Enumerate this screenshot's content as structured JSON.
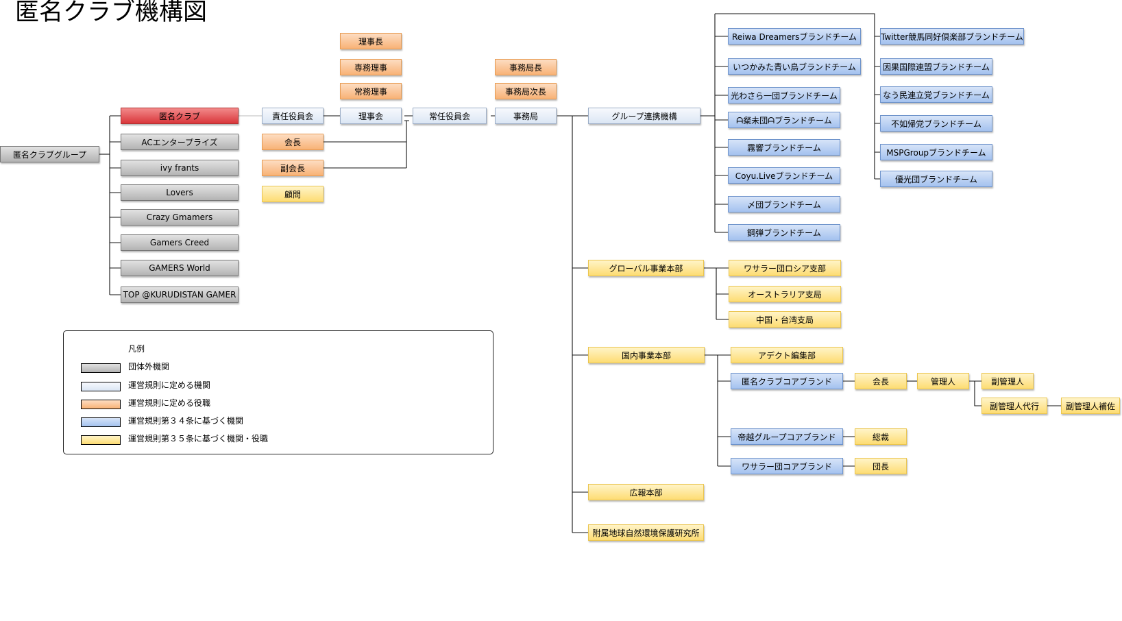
{
  "title": "匿名クラブ機構図",
  "nodes": {
    "group": "匿名クラブグループ",
    "tokumei_club": "匿名クラブ",
    "ac_enterprise": "ACエンタープライズ",
    "ivy_frants": "ivy frants",
    "lovers": "Lovers",
    "crazy_gmamers": "Crazy Gmamers",
    "gamers_creed": "Gamers Creed",
    "gamers_world": "GAMERS World",
    "top_kurudistan": "TOP @KURUDISTAN GAMER",
    "sekinin_yakuin": "責任役員会",
    "kaicho": "会長",
    "fuku_kaicho": "副会長",
    "komon": "顧問",
    "rijicho": "理事長",
    "senmu_riji": "専務理事",
    "jomu_riji": "常務理事",
    "rijikai": "理事会",
    "jonin_yakuin": "常任役員会",
    "jimukyokucho": "事務局長",
    "jimukyoku_jicho": "事務局次長",
    "jimukyoku": "事務局",
    "group_renkei": "グループ連携機構",
    "reiwa": "Reiwa Dreamersブランドチーム",
    "itsukamita": "いつかみた青い鳥ブランドチーム",
    "hikariwasara": "光わさら一団ブランドチーム",
    "kogoe": "ᗩ粲未団ᗩブランドチーム",
    "kirihibiki": "霧響ブランドチーム",
    "coyu": "Coyu.Liveブランドチーム",
    "shime": "〆団ブランドチーム",
    "kodan": "鋼弾ブランドチーム",
    "twitter_keiba": "Twitter競馬同好倶楽部ブランドチーム",
    "inga": "因果国際連盟ブランドチーム",
    "nau": "なう民連立党ブランドチーム",
    "fujokito": "不如帰党ブランドチーム",
    "mspgroup": "MSPGroupブランドチーム",
    "yukodan": "優光団ブランドチーム",
    "global": "グローバル事業本部",
    "wasara_russia": "ワサラー団ロシア支部",
    "australia": "オーストラリア支局",
    "china_taiwan": "中国・台湾支局",
    "kokunai": "国内事業本部",
    "adect": "アデクト編集部",
    "tokumei_core": "匿名クラブコアブランド",
    "core_kaicho": "会長",
    "kanrinin": "管理人",
    "fuku_kanrinin": "副管理人",
    "fuku_kanrinin_daiko": "副管理人代行",
    "fuku_kanrinin_hosa": "副管理人補佐",
    "teietsu_core": "帝越グループコアブランド",
    "sosai": "総裁",
    "wasara_core": "ワサラー団コアブランド",
    "dancho": "団長",
    "koho": "広報本部",
    "fuzoku": "附属地球自然環境保護研究所"
  },
  "legend": {
    "title": "凡例",
    "items": [
      {
        "label": "団体外機関",
        "color": "#b8b8b8"
      },
      {
        "label": "運営規則に定める機関",
        "color": "#e4ecf7"
      },
      {
        "label": "運営規則に定める役職",
        "color": "#f9b67c"
      },
      {
        "label": "運営規則第３４条に基づく機関",
        "color": "#9fbeee"
      },
      {
        "label": "運営規則第３５条に基づく機関・役職",
        "color": "#fde07f"
      }
    ]
  }
}
